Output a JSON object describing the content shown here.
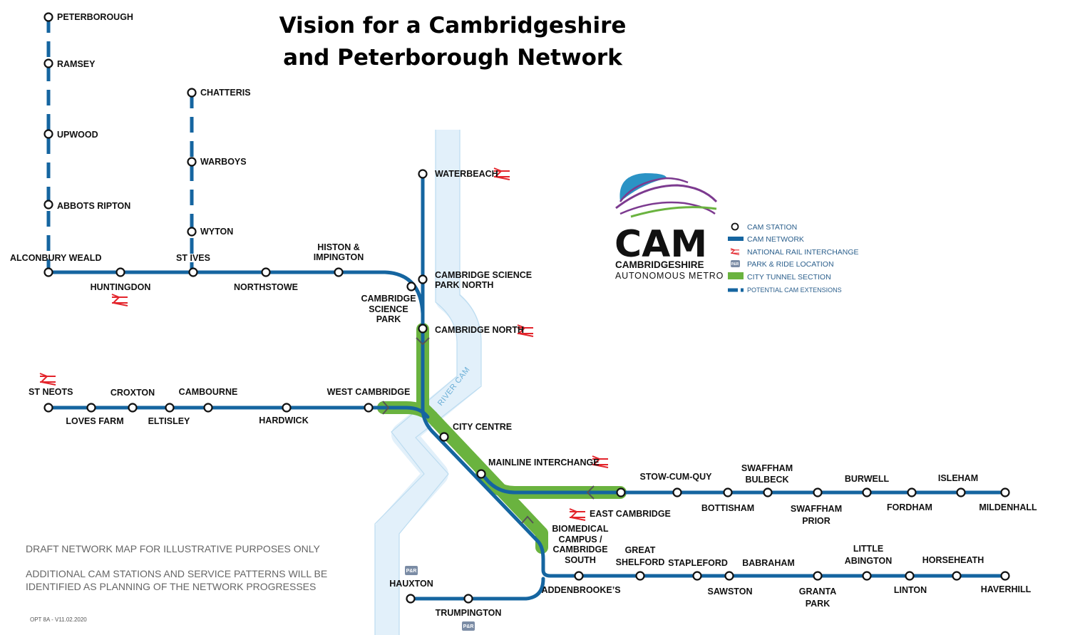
{
  "title_line1": "Vision for a Cambridgeshire",
  "title_line2": "and Peterborough Network",
  "river_label": "RIVER CAM",
  "colors": {
    "cam_network": "#1565a0",
    "city_tunnel": "#6ab33f",
    "river": "#e2f0fa",
    "national_rail": "#e3242b",
    "park_ride": "#7b8ca5"
  },
  "stations": {
    "peterborough": "PETERBOROUGH",
    "ramsey": "RAMSEY",
    "upwood": "UPWOOD",
    "abbots_ripton": "ABBOTS RIPTON",
    "chatteris": "CHATTERIS",
    "warboys": "WARBOYS",
    "wyton": "WYTON",
    "alconbury_weald": "ALCONBURY WEALD",
    "huntingdon": "HUNTINGDON",
    "st_ives": "ST IVES",
    "northstowe": "NORTHSTOWE",
    "histon_1": "HISTON &",
    "histon_2": "IMPINGTON",
    "waterbeach": "WATERBEACH",
    "csp_north_1": "CAMBRIDGE SCIENCE",
    "csp_north_2": "PARK NORTH",
    "csp_1": "CAMBRIDGE",
    "csp_2": "SCIENCE",
    "csp_3": "PARK",
    "cambridge_north": "CAMBRIDGE NORTH",
    "st_neots": "ST NEOTS",
    "loves_farm": "LOVES FARM",
    "croxton": "CROXTON",
    "eltisley": "ELTISLEY",
    "cambourne": "CAMBOURNE",
    "hardwick": "HARDWICK",
    "west_cambridge": "WEST CAMBRIDGE",
    "city_centre": "CITY CENTRE",
    "mainline_interchange": "MAINLINE INTERCHANGE",
    "stow_cum_quy": "STOW-CUM-QUY",
    "bottisham": "BOTTISHAM",
    "swaffham_bulbeck_1": "SWAFFHAM",
    "swaffham_bulbeck_2": "BULBECK",
    "swaffham_prior_1": "SWAFFHAM",
    "swaffham_prior_2": "PRIOR",
    "burwell": "BURWELL",
    "fordham": "FORDHAM",
    "isleham": "ISLEHAM",
    "mildenhall": "MILDENHALL",
    "east_cambridge": "EAST CAMBRIDGE",
    "biomedical_1": "BIOMEDICAL",
    "biomedical_2": "CAMPUS /",
    "biomedical_3": "CAMBRIDGE",
    "biomedical_4": "SOUTH",
    "addenbrookes": "ADDENBROOKE’S",
    "great_shelford_1": "GREAT",
    "great_shelford_2": "SHELFORD",
    "stapleford": "STAPLEFORD",
    "sawston": "SAWSTON",
    "babraham": "BABRAHAM",
    "granta_park_1": "GRANTA",
    "granta_park_2": "PARK",
    "little_abington_1": "LITTLE",
    "little_abington_2": "ABINGTON",
    "linton": "LINTON",
    "horseheath": "HORSEHEATH",
    "haverhill": "HAVERHILL",
    "hauxton": "HAUXTON",
    "trumpington": "TRUMPINGTON"
  },
  "park_ride_label": "P&R",
  "logo": {
    "name": "CAM",
    "line1": "CAMBRIDGESHIRE",
    "line2": "AUTONOMOUS METRO"
  },
  "legend": {
    "cam_station": "CAM STATION",
    "cam_network": "CAM NETWORK",
    "national_rail": "NATIONAL RAIL INTERCHANGE",
    "park_ride": "PARK & RIDE LOCATION",
    "city_tunnel": "CITY TUNNEL SECTION",
    "extensions": "POTENTIAL CAM EXTENSIONS"
  },
  "notes": {
    "draft": "DRAFT NETWORK MAP FOR ILLUSTRATIVE PURPOSES ONLY",
    "additional_1": "ADDITIONAL CAM STATIONS AND SERVICE PATTERNS WILL BE",
    "additional_2": "IDENTIFIED AS PLANNING OF THE NETWORK PROGRESSES"
  },
  "version": "OPT 8A - V11.02.2020"
}
